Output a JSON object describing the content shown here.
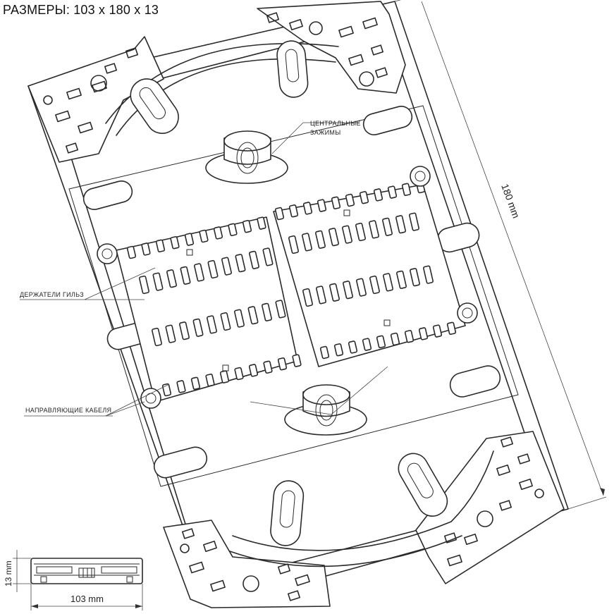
{
  "title": "РАЗМЕРЫ: 103 x 180 x 13",
  "labels": {
    "central_clamps_line1": "ЦЕНТРАЛЬНЫЕ",
    "central_clamps_line2": "ЗАЖИМЫ",
    "sleeve_holders": "ДЕРЖАТЕЛИ ГИЛЬЗ",
    "cable_guides": "НАПРАВЛЯЮЩИЕ КАБЕЛЯ"
  },
  "dimensions": {
    "length": "180 mm",
    "width": "103 mm",
    "height": "13 mm"
  },
  "icons": [
    "splice-tray-drawing",
    "side-view-drawing"
  ]
}
